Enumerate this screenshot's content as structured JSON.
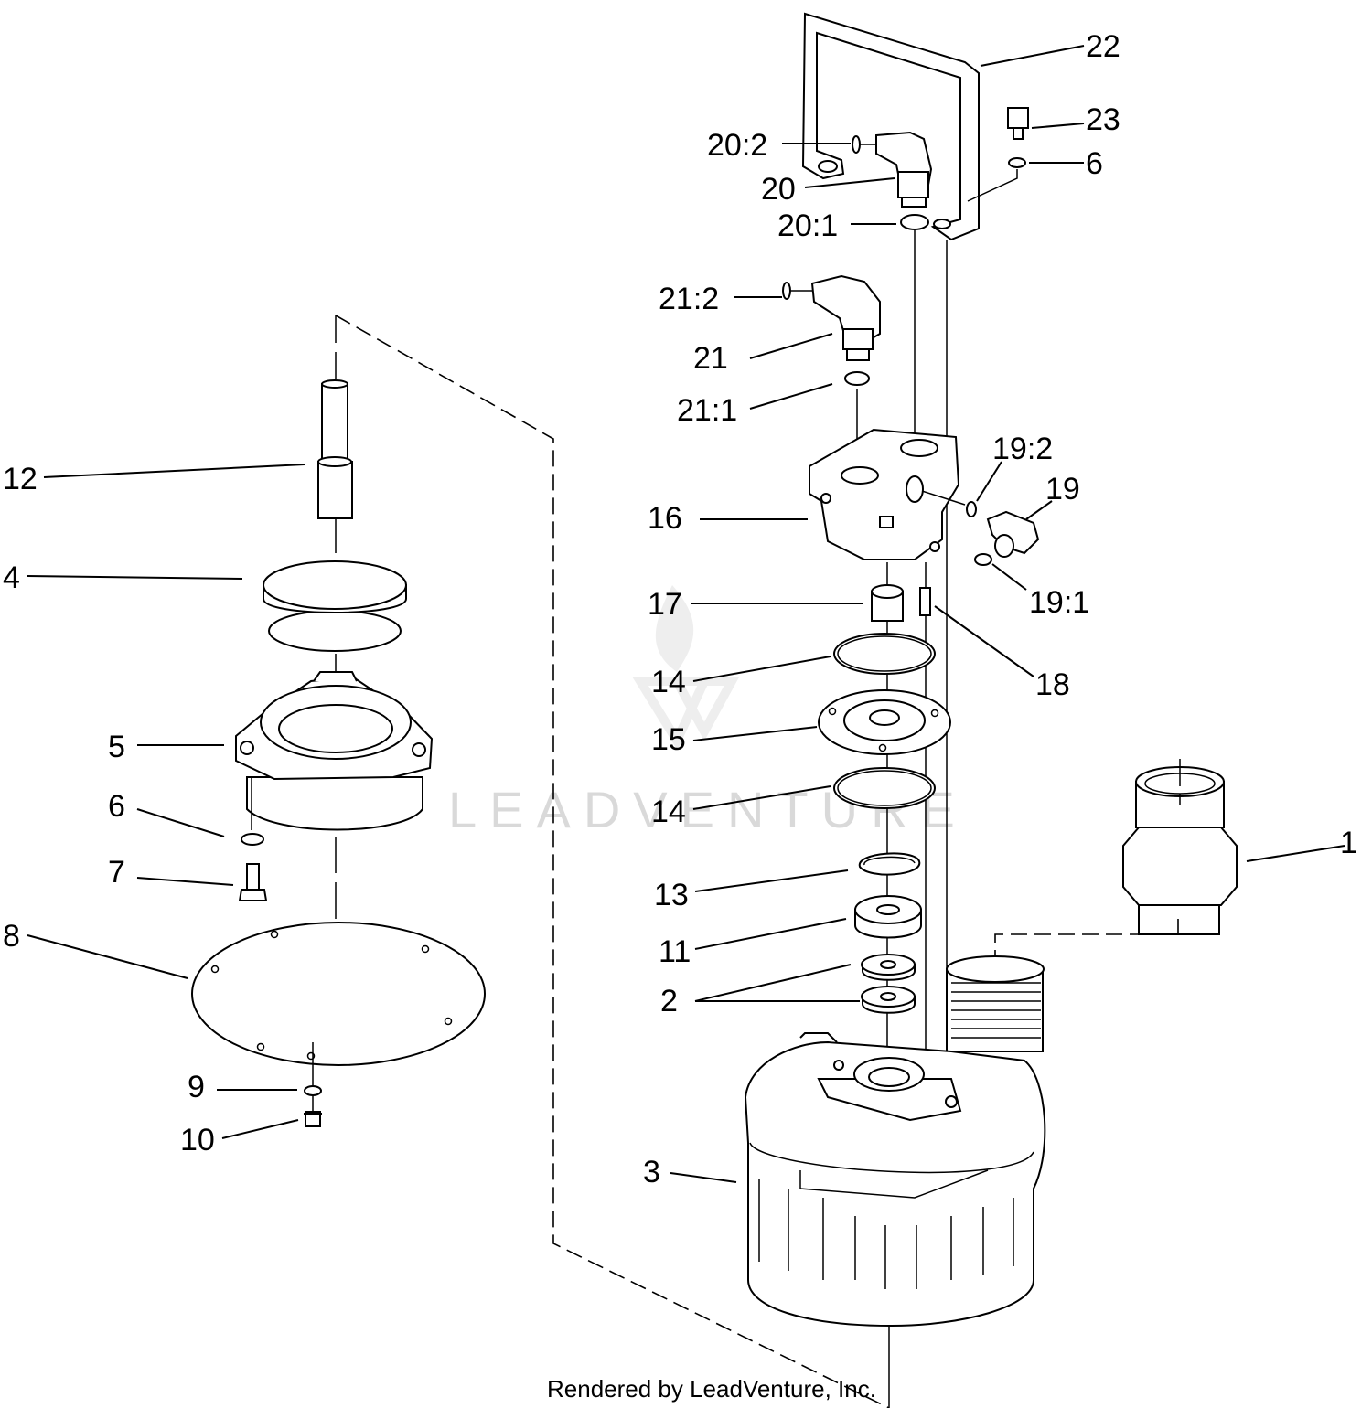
{
  "watermark": "LEADVENTURE",
  "credit": "Rendered by LeadVenture, Inc.",
  "callouts": {
    "c1": "1",
    "c2": "2",
    "c3": "3",
    "c4": "4",
    "c5": "5",
    "c6_left": "6",
    "c6_right": "6",
    "c7": "7",
    "c8": "8",
    "c9": "9",
    "c10": "10",
    "c11": "11",
    "c12": "12",
    "c13": "13",
    "c14_top": "14",
    "c14_bottom": "14",
    "c15": "15",
    "c16": "16",
    "c17": "17",
    "c18": "18",
    "c19": "19",
    "c19_1": "19:1",
    "c19_2": "19:2",
    "c20": "20",
    "c20_1": "20:1",
    "c20_2": "20:2",
    "c21": "21",
    "c21_1": "21:1",
    "c21_2": "21:2",
    "c22": "22",
    "c23": "23"
  }
}
